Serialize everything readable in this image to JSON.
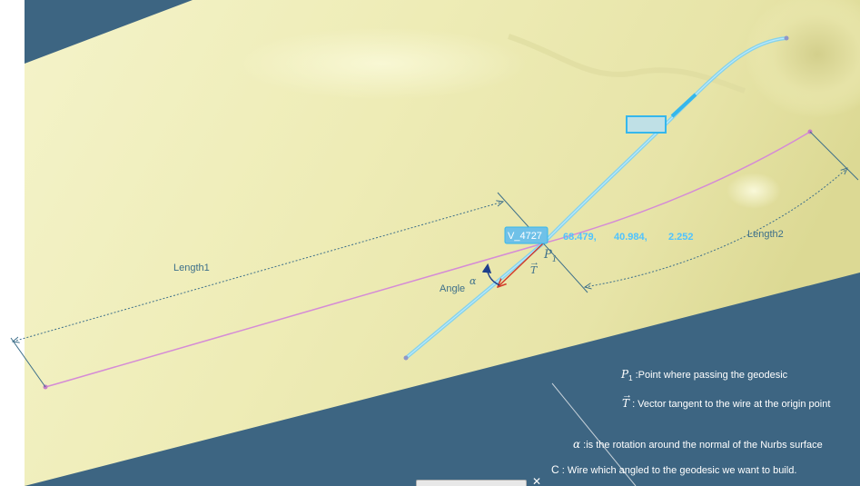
{
  "viewport": {
    "background_color": "#3d6582",
    "surface_color": "#f1f0c0"
  },
  "dimensions": {
    "length1_label": "Length1",
    "length2_label": "Length2",
    "angle_label": "Angle"
  },
  "symbols": {
    "alpha": "α",
    "point": "P",
    "point_subscript": "1",
    "tangent": "T",
    "tangent_arrow": "→"
  },
  "point_tag": {
    "name": "V_4727",
    "coord_x": "68.479,",
    "coord_y": "40.984,",
    "coord_z": "2.252"
  },
  "legend": [
    {
      "symbol": "P",
      "subscript": "1",
      "text": " :Point where passing the geodesic"
    },
    {
      "symbol": "T",
      "subscript": "",
      "text": " : Vector tangent to the wire at the origin point"
    },
    {
      "symbol": "α",
      "subscript": "",
      "text": " :is the rotation around the normal of the Nurbs surface"
    },
    {
      "symbol": "C",
      "subscript": "",
      "text": " : Wire which angled to the geodesic we want to build."
    }
  ],
  "colors": {
    "geodesic": "#d58bd6",
    "wire": "#7dd0f0",
    "dimension": "#3d6f8a",
    "tangent_vector": "#d23b2b",
    "rotation_arrow": "#1d3f8c",
    "legend_text": "#ffffff"
  },
  "bottom_tab": {
    "close_icon": "✕"
  }
}
